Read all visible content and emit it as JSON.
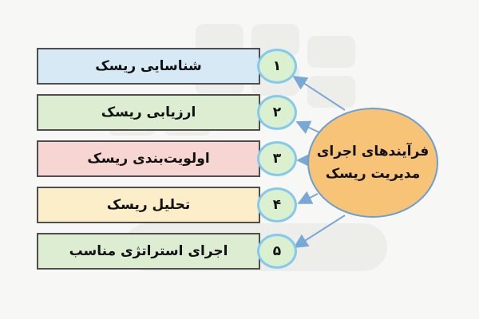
{
  "main": {
    "line1": "فرآیندهای اجرای",
    "line2": "مدیریت ریسک"
  },
  "steps": [
    {
      "number": "۱",
      "label": "شناسایی ریسک",
      "fill": "#d7e9f4"
    },
    {
      "number": "۲",
      "label": "ارزیابی ریسک",
      "fill": "#dcedd2"
    },
    {
      "number": "۳",
      "label": "اولویت‌بندی ریسک",
      "fill": "#f6d5d3"
    },
    {
      "number": "۴",
      "label": "تحلیل ریسک",
      "fill": "#fbeec8"
    },
    {
      "number": "۵",
      "label": "اجرای استراتژی مناسب",
      "fill": "#dcedd2"
    }
  ],
  "colors": {
    "arrow": "#7aa8d6",
    "circle_border": "#86c9ee",
    "main_fill": "#f6c377"
  }
}
